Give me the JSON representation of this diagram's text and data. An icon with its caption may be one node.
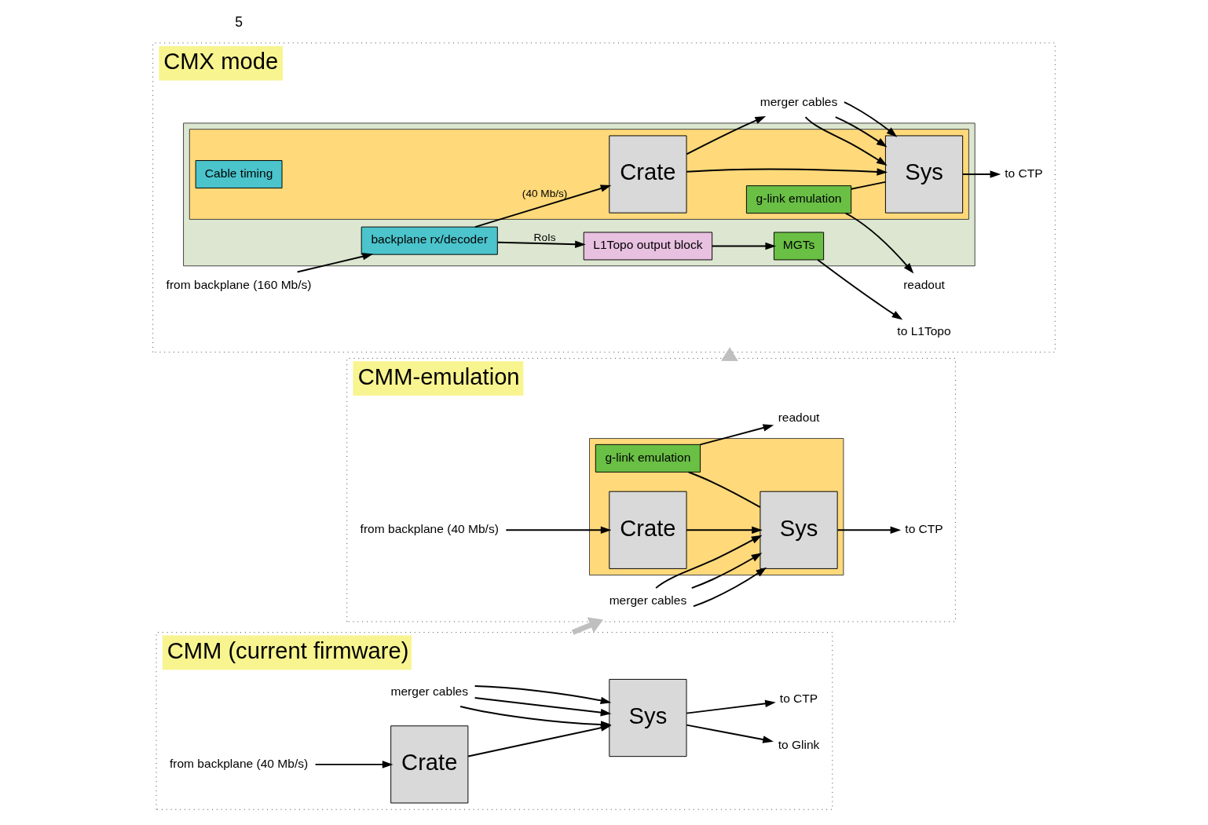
{
  "diagram": {
    "nodes": [
      {
        "text": [
          "CMM (current firmware)"
        ]
      },
      {
        "text": [
          "merger cables"
        ],
        "in": 0
      },
      {
        "text": [
          "from backplane (40 Mb/s)"
        ],
        "in": 0
      },
      {
        "text": [
          "Crate"
        ],
        "in": 0
      },
      {
        "text": [
          "Sys"
        ],
        "in": 0
      },
      {
        "text": [
          "to Glink"
        ],
        "in": 0
      },
      {
        "text": [
          "to CTP"
        ],
        "in": 0
      },
      {
        "text": [
          "CMM-emulation"
        ]
      },
      {
        "text": [
          "merger cables"
        ],
        "in": 7
      },
      {
        "text": [],
        "shape": "box",
        "in": 7
      },
      {
        "text": [
          "g-link emulation"
        ],
        "in": 9
      },
      {
        "text": [
          "readout"
        ],
        "in": 7
      },
      {
        "text": [
          "from backplane (40 Mb/s)"
        ],
        "in": 7
      },
      {
        "text": [
          "Crate"
        ],
        "in": 9
      },
      {
        "text": [
          "Sys"
        ],
        "in": 9
      },
      {
        "text": [
          "to CTP"
        ],
        "in": 7
      },
      {
        "text": [
          "CMX mode"
        ]
      },
      {
        "text": [
          "merger cables"
        ],
        "in": 16
      },
      {
        "text": [],
        "shape": "box",
        "in": 16
      },
      {
        "text": [],
        "shape": "box",
        "in": 18
      },
      {
        "text": [
          "Cable timing"
        ],
        "in": 19
      },
      {
        "text": [
          "g-link emulation"
        ],
        "in": 19
      },
      {
        "text": [
          "readout"
        ],
        "in": 16
      },
      {
        "text": [
          "from backplane (160 Mb/s)"
        ],
        "in": 16
      },
      {
        "text": [
          "backplane rx/decoder"
        ],
        "in": 18
      },
      {
        "text": [
          "Crate"
        ],
        "in": 19
      },
      {
        "text": [
          "Sys"
        ],
        "in": 19
      },
      {
        "text": [
          "to CTP"
        ],
        "in": 16
      },
      {
        "text": [
          "L1Topo output block"
        ],
        "in": 18
      },
      {
        "text": [
          "MGTs"
        ],
        "in": 18
      },
      {
        "text": [
          "to L1Topo"
        ],
        "in": 16
      }
    ],
    "edges": [
      {
        "from": 2,
        "to": 3,
        "arrow": "to"
      },
      {
        "from": 3,
        "to": 4,
        "arrow": "to"
      },
      {
        "from": 1,
        "to": 4,
        "arrow": "to"
      },
      {
        "from": 1,
        "to": 4,
        "arrow": "to"
      },
      {
        "from": 1,
        "to": 4,
        "arrow": "to"
      },
      {
        "from": 4,
        "to": 5,
        "arrow": "to"
      },
      {
        "from": 4,
        "to": 6,
        "arrow": "to"
      },
      {
        "from": 0,
        "to": 7,
        "arrow": "to",
        "style": "thick",
        "color": "#bfbfbf"
      },
      {
        "from": 8,
        "to": 14,
        "arrow": "to"
      },
      {
        "from": 8,
        "to": 14,
        "arrow": "to"
      },
      {
        "from": 8,
        "to": 14,
        "arrow": "to"
      },
      {
        "from": 10,
        "to": 11,
        "arrow": "to"
      },
      {
        "from": 10,
        "to": 14,
        "arrow": "none"
      },
      {
        "from": 12,
        "to": 13,
        "arrow": "to"
      },
      {
        "from": 13,
        "to": 14,
        "arrow": "to"
      },
      {
        "from": 14,
        "to": 15,
        "arrow": "to"
      },
      {
        "from": 7,
        "to": 16,
        "arrow": "to",
        "style": "thick",
        "color": "#bfbfbf"
      },
      {
        "from": 25,
        "to": 17,
        "arrow": "to"
      },
      {
        "from": 17,
        "to": 26,
        "arrow": "to"
      },
      {
        "from": 17,
        "to": 26,
        "arrow": "to"
      },
      {
        "from": 17,
        "to": 26,
        "arrow": "to"
      },
      {
        "from": 21,
        "to": 22,
        "arrow": "to"
      },
      {
        "from": 21,
        "to": 26,
        "arrow": "none"
      },
      {
        "from": 23,
        "to": 24,
        "arrow": "to"
      },
      {
        "from": 24,
        "to": 25,
        "arrow": "to",
        "label": "(40 Mb/s)"
      },
      {
        "from": 25,
        "to": 26,
        "arrow": "to"
      },
      {
        "from": 26,
        "to": 27,
        "arrow": "to"
      },
      {
        "from": 24,
        "to": 28,
        "arrow": "to",
        "label": "RoIs"
      },
      {
        "from": 28,
        "to": 29,
        "arrow": "to"
      },
      {
        "from": 29,
        "to": 30,
        "arrow": "to"
      }
    ],
    "labels": [
      "5"
    ]
  }
}
